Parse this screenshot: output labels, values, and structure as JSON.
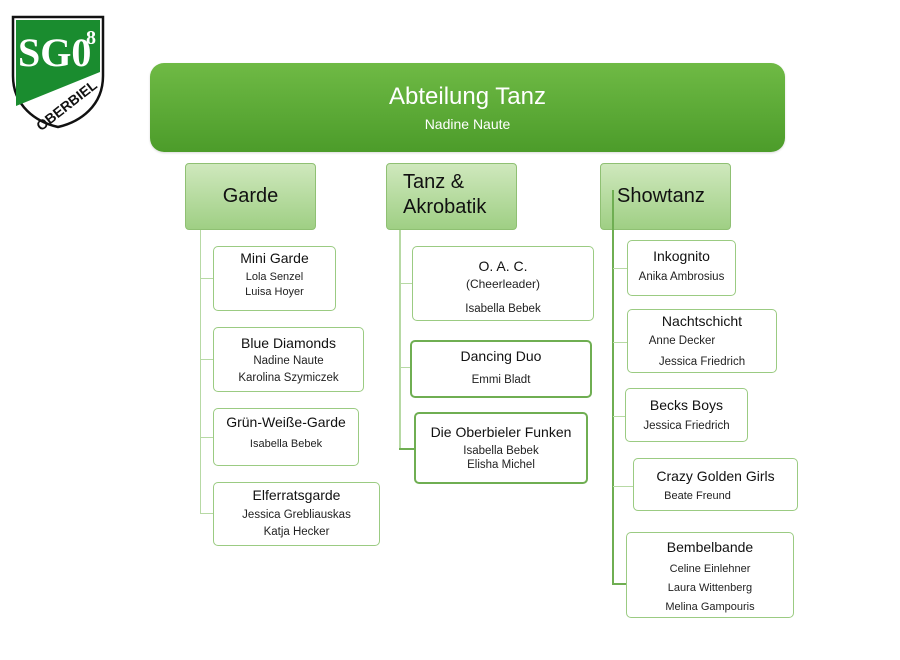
{
  "logo": {
    "text_top": "SG0",
    "superscript": "8",
    "text_bottom": "OBERBIEL",
    "color": "#1a8c2f"
  },
  "header": {
    "title": "Abteilung Tanz",
    "subtitle": "Nadine Naute"
  },
  "columns": [
    {
      "title": "Garde",
      "groups": [
        {
          "name": "Mini Garde",
          "members": [
            "Lola Senzel",
            "Luisa Hoyer"
          ]
        },
        {
          "name": "Blue Diamonds",
          "members": [
            "Nadine Naute",
            "Karolina Szymiczek"
          ]
        },
        {
          "name": "Grün-Weiße-Garde",
          "members": [
            "Isabella Bebek"
          ]
        },
        {
          "name": "Elferratsgarde",
          "members": [
            "Jessica Grebliauskas",
            "Katja Hecker"
          ]
        }
      ]
    },
    {
      "title_line1": "Tanz &",
      "title_line2": "Akrobatik",
      "groups": [
        {
          "name": "O. A. C.",
          "note": "(Cheerleader)",
          "members": [
            "Isabella Bebek"
          ]
        },
        {
          "name": "Dancing Duo",
          "members": [
            "Emmi Bladt"
          ]
        },
        {
          "name": "Die Oberbieler Funken",
          "members": [
            "Isabella Bebek",
            "Elisha Michel"
          ]
        }
      ]
    },
    {
      "title": "Showtanz",
      "groups": [
        {
          "name": "Inkognito",
          "members": [
            "Anika Ambrosius"
          ]
        },
        {
          "name": "Nachtschicht",
          "members": [
            "Anne Decker",
            "Jessica Friedrich"
          ]
        },
        {
          "name": "Becks Boys",
          "members": [
            "Jessica Friedrich"
          ]
        },
        {
          "name": "Crazy Golden Girls",
          "members": [
            "Beate Freund"
          ]
        },
        {
          "name": "Bembelbande",
          "members": [
            "Celine Einlehner",
            "Laura Wittenberg",
            "Melina Gampouris"
          ]
        }
      ]
    }
  ],
  "colors": {
    "header": "#5aa833",
    "category": "#b5dca0",
    "border": "#8fc073",
    "connector": "#6fae52"
  }
}
